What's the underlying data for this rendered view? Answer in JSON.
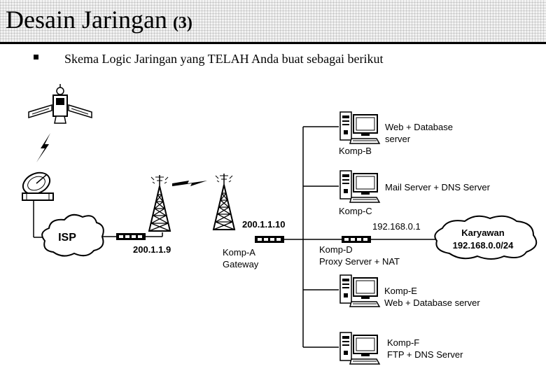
{
  "slide": {
    "title": "Desain Jaringan",
    "title_number": "(3)",
    "bullet": "Skema Logic Jaringan yang TELAH Anda buat sebagai berikut"
  },
  "diagram": {
    "isp_label": "ISP",
    "isp_ip": "200.1.1.9",
    "gateway_ip": "200.1.1.10",
    "gateway_name": "Komp-A",
    "gateway_role": "Gateway",
    "proxy_name": "Komp-D",
    "proxy_role": "Proxy Server + NAT",
    "proxy_ip": "192.168.0.1",
    "lan_name": "Karyawan",
    "lan_subnet": "192.168.0.0/24",
    "komp_b": {
      "name": "Komp-B",
      "role_line1": "Web + Database",
      "role_line2": "server"
    },
    "komp_c": {
      "name": "Komp-C",
      "role": "Mail Server + DNS Server"
    },
    "komp_e": {
      "name": "Komp-E",
      "role": "Web + Database server"
    },
    "komp_f": {
      "name": "Komp-F",
      "role": "FTP + DNS Server"
    }
  }
}
